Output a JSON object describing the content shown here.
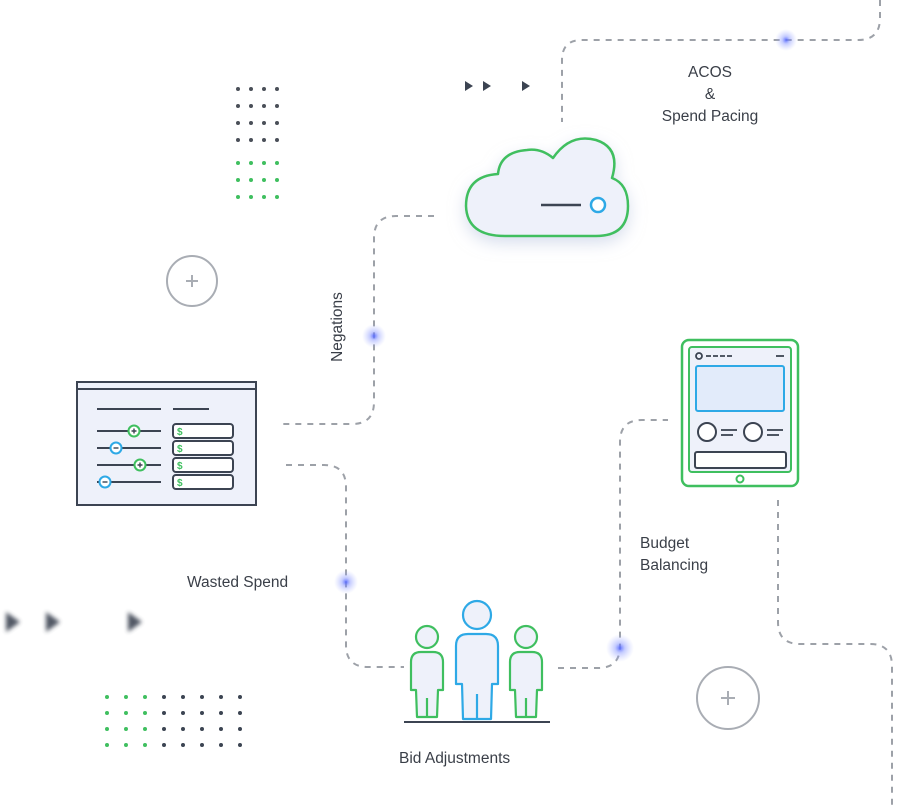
{
  "colors": {
    "green": "#3fbf5f",
    "blue": "#2ea9e6",
    "dark": "#3c4452",
    "gray": "#a9adb4",
    "dash": "#9da1a8",
    "glow": "#7d8dff"
  },
  "icons": [
    "cloud-icon",
    "settings-panel-icon",
    "tablet-icon",
    "people-group-icon",
    "plus-icon",
    "play-arrow-icon",
    "dot-grid"
  ],
  "labels": {
    "acos_line1": "ACOS",
    "acos_line2": "&",
    "acos_line3": "Spend Pacing",
    "negations": "Negations",
    "wasted_spend": "Wasted Spend",
    "budget_line1": "Budget",
    "budget_line2": "Balancing",
    "bid_adjustments": "Bid Adjustments"
  },
  "panel": {
    "currency_symbol": "$"
  }
}
